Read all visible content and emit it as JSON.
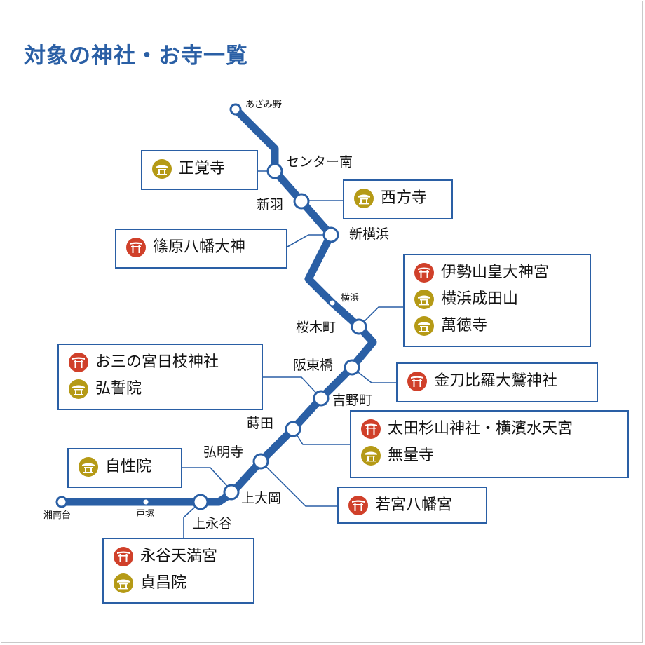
{
  "title": "対象の神社・お寺一覧",
  "colors": {
    "line": "#2a5fa5",
    "shrine": "#d0402a",
    "temple": "#b59a16",
    "border": "#2a5fa5"
  },
  "stations": {
    "azamino": "あざみ野",
    "center_minami": "センター南",
    "nippa": "新羽",
    "shin_yokohama": "新横浜",
    "yokohama": "横浜",
    "sakuragicho": "桜木町",
    "bando_bashi": "阪東橋",
    "yoshinocho": "吉野町",
    "maita": "蒔田",
    "gumyoji": "弘明寺",
    "kamiooka": "上大岡",
    "kaminagaya": "上永谷",
    "totsuka": "戸塚",
    "shonandai": "湘南台"
  },
  "boxes": {
    "shogakuji": [
      {
        "type": "temple",
        "icon": "temple-icon",
        "name": "正覚寺"
      }
    ],
    "saihoji": [
      {
        "type": "temple",
        "icon": "temple-icon",
        "name": "西方寺"
      }
    ],
    "shinohara": [
      {
        "type": "shrine",
        "icon": "torii-icon",
        "name": "篠原八幡大神"
      }
    ],
    "sakuragicho": [
      {
        "type": "shrine",
        "icon": "torii-icon",
        "name": "伊勢山皇大神宮"
      },
      {
        "type": "temple",
        "icon": "temple-icon",
        "name": "横浜成田山"
      },
      {
        "type": "temple",
        "icon": "temple-icon",
        "name": "萬徳寺"
      }
    ],
    "osannomiya": [
      {
        "type": "shrine",
        "icon": "torii-icon",
        "name": "お三の宮日枝神社"
      },
      {
        "type": "temple",
        "icon": "temple-icon",
        "name": "弘誓院"
      }
    ],
    "konpira": [
      {
        "type": "shrine",
        "icon": "torii-icon",
        "name": "金刀比羅大鷲神社"
      }
    ],
    "ota": [
      {
        "type": "shrine",
        "icon": "torii-icon",
        "name": "太田杉山神社・横濱水天宮"
      },
      {
        "type": "temple",
        "icon": "temple-icon",
        "name": "無量寺"
      }
    ],
    "jishoin": [
      {
        "type": "temple",
        "icon": "temple-icon",
        "name": "自性院"
      }
    ],
    "wakamiya": [
      {
        "type": "shrine",
        "icon": "torii-icon",
        "name": "若宮八幡宮"
      }
    ],
    "nagaya": [
      {
        "type": "shrine",
        "icon": "torii-icon",
        "name": "永谷天満宮"
      },
      {
        "type": "temple",
        "icon": "temple-icon",
        "name": "貞昌院"
      }
    ]
  }
}
